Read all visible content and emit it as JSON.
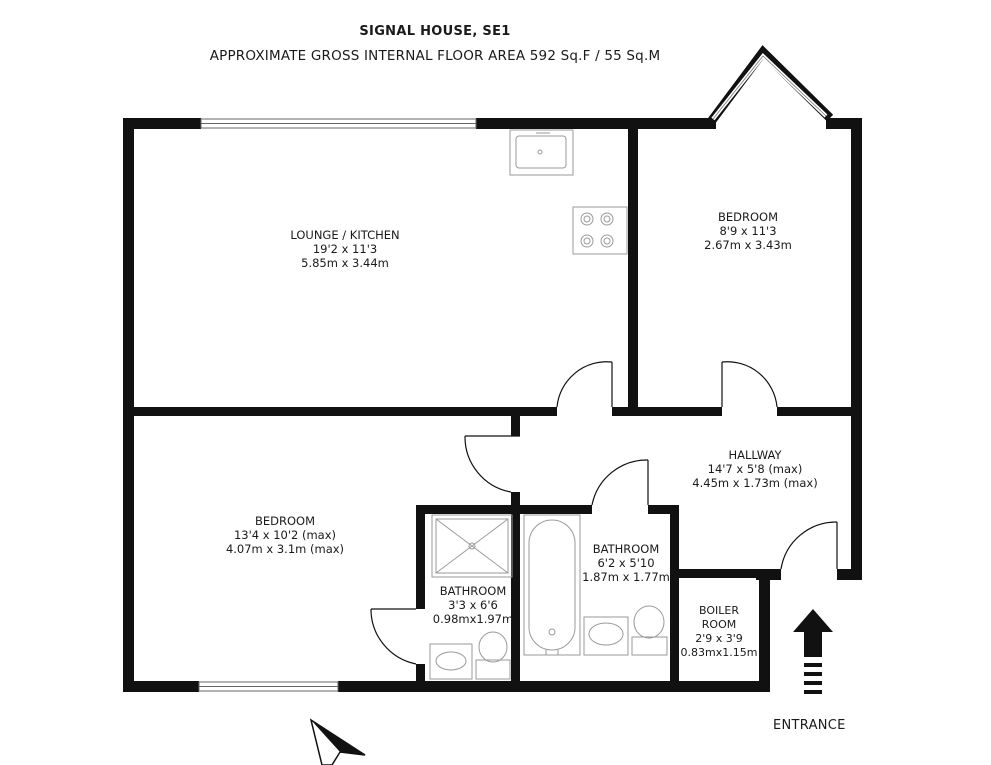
{
  "header": {
    "title": "SIGNAL HOUSE, SE1",
    "subtitle": "APPROXIMATE GROSS INTERNAL FLOOR AREA 592 Sq.F / 55 Sq.M"
  },
  "rooms": [
    {
      "name": "LOUNGE / KITCHEN",
      "imperial": "19'2 x 11'3",
      "metric": "5.85m x 3.44m"
    },
    {
      "name": "BEDROOM",
      "imperial": "8'9 x 11'3",
      "metric": "2.67m x 3.43m"
    },
    {
      "name": "HALLWAY",
      "imperial": "14'7 x 5'8 (max)",
      "metric": "4.45m x 1.73m (max)"
    },
    {
      "name": "BEDROOM",
      "imperial": "13'4 x 10'2 (max)",
      "metric": "4.07m x 3.1m (max)"
    },
    {
      "name": "BATHROOM",
      "imperial": "6'2 x 5'10",
      "metric": "1.87m x 1.77m"
    },
    {
      "name": "BATHROOM",
      "imperial": "3'3 x 6'6",
      "metric": "0.98mx1.97m"
    },
    {
      "name": "BOILER ROOM",
      "imperial": "2'9 x 3'9",
      "metric": "0.83mx1.15m"
    }
  ],
  "entrance_label": "ENTRANCE",
  "colors": {
    "wall": "#111111",
    "fixture": "#9a9a9a",
    "window": "#888888"
  }
}
